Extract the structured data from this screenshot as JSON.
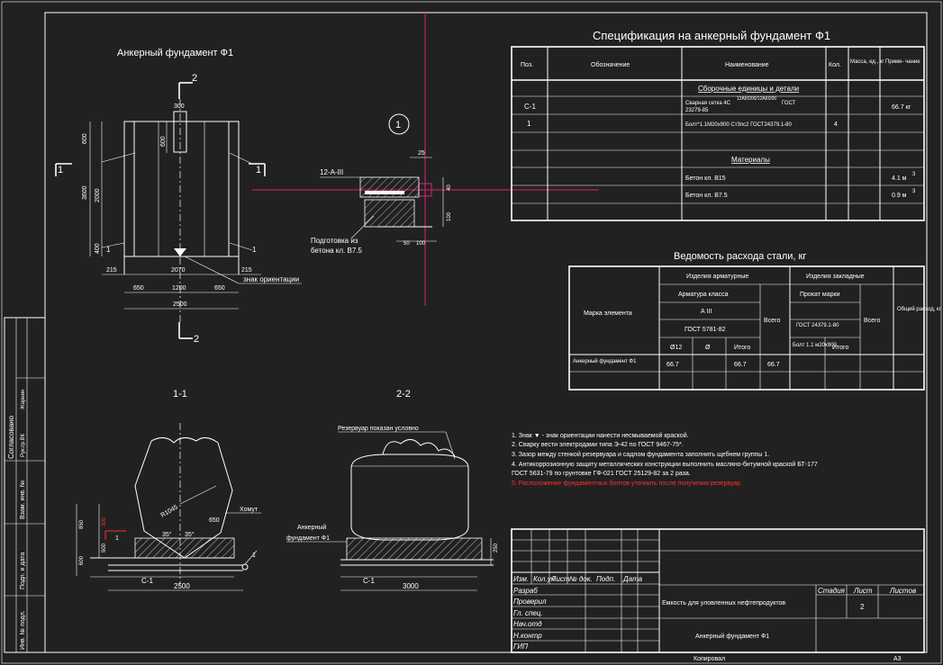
{
  "drawing_title": "Анкерный фундамент Ф1",
  "plan": {
    "section_mark": "2",
    "section_mark_side": "1",
    "dims_vertical": [
      "600",
      "2000",
      "3600",
      "400",
      "600"
    ],
    "dim_top": "300",
    "dims_horizontal_1": [
      "215",
      "2070",
      "215"
    ],
    "dims_horizontal_2": [
      "650",
      "1200",
      "650"
    ],
    "dim_total": "2500",
    "callout_1": "1",
    "orientation_note": "знак ориентации"
  },
  "node": {
    "callout": "1",
    "rebar": "12-А-III",
    "dim_25": "25",
    "dim_40": "40",
    "dim_100": "100",
    "dim_50": "50",
    "dim_100b": "100",
    "prep_note_1": "Подготовка из",
    "prep_note_2": "бетона кл. В7.5"
  },
  "spec": {
    "title": "Спецификация на анкерный фундамент Ф1",
    "headers": [
      "Поз.",
      "Обозначение",
      "Наименование",
      "Кол.",
      "Масса, ед., кг",
      "Приме- чание"
    ],
    "group_1": "Сборочные единицы и детали",
    "rows": [
      {
        "pos": "С-1",
        "name_1": "Сварная сетка 4С",
        "name_sup": "12AIII200/12AIII200",
        "name_2": "ГОСТ",
        "name_3": "23279-85",
        "qty": "",
        "note": "66.7 кг"
      },
      {
        "pos": "1",
        "name_1": "Болт*1.1М20х900 Ст3пс2 ГОСТ24379.1-80",
        "qty": "4",
        "note": ""
      }
    ],
    "group_2": "Материалы",
    "materials": [
      {
        "name": "Бетон кл. В15",
        "note": "4.1 м",
        "sup": "3"
      },
      {
        "name": "Бетон кл. В7.5",
        "note": "0.9 м",
        "sup": "3"
      }
    ]
  },
  "steel": {
    "title": "Ведомость расхода стали, кг",
    "col_mark": "Марка элемента",
    "rebar_group": "Изделия арматурные",
    "embed_group": "Изделия закладные",
    "rebar_class": "Арматура класса",
    "rebar_grade": "А III",
    "rebar_gost": "ГОСТ 5781-82",
    "col_d12": "Ø12",
    "col_d": "Ø",
    "col_total_sub": "Итого",
    "col_total": "Всего",
    "embed_profile": "Прокат марки",
    "embed_gost": "ГОСТ 24379.1-80",
    "embed_bolt": "Болт 1.1 м20х900",
    "embed_sub": "Итого",
    "embed_total": "Всего",
    "col_grand": "Общий расход, кг",
    "row_mark": "Анкерный фундамент Ф1",
    "row_values": [
      "66.7",
      "",
      "66.7",
      "66.7"
    ]
  },
  "notes": [
    "1. Знак ▼ - знак ориентации нанести несмываемой краской.",
    "2. Сварку вести электродами типа Э-42 по ГОСТ 9467-75*.",
    "3. Зазор между стенкой резервуара и садлом фундамента заполнить щебнем группы 1.",
    "4. Антикоррозионную защиту металлических конструкции выполнить масляно-битумной краской БТ-177",
    "ГОСТ 5631-79 по грунтовке ГФ-021 ГОСТ 25129-82 за 2 раза."
  ],
  "note_red": "5. Расположение фундаментных болтов уточнить после получения резервуар.",
  "section_1": {
    "label": "1-1",
    "radius": "R1045",
    "angle_l": "35°",
    "angle_r": "35°",
    "dim_650": "650",
    "clamp": "Хомут",
    "dim_850": "850",
    "dim_300": "300",
    "dim_500": "500",
    "dim_600": "600",
    "c1": "С-1",
    "dim_2500": "2500",
    "callout_1": "1",
    "callout_1b": "1"
  },
  "section_2": {
    "label": "2-2",
    "tank_note": "Резервуар показан условно",
    "foundation_1": "Анкерный",
    "foundation_2": "фундамент Ф1",
    "c1": "С-1",
    "dim_3000": "3000",
    "dim_250": "250"
  },
  "side_stamp": {
    "agreed": "Согласовано",
    "ruk_gr": "Рук.гр.ВК",
    "name": "Жарнин",
    "inv_sub": "Взам. инв. №",
    "sign_date": "Подп. и дата",
    "inv_orig": "Инв. № подл."
  },
  "title_block": {
    "cols": [
      "Изм.",
      "Кол.уч",
      "Лист",
      "№ док.",
      "Подп.",
      "Дата"
    ],
    "roles": [
      "Разраб",
      "Проверил",
      "Гл. спец.",
      "Нач.отд",
      "Н.контр",
      "ГИП"
    ],
    "project": "Емкость для уловленных нефтепродуктов",
    "sheet_title": "Анкерный фундамент Ф1",
    "stage": "Стадия",
    "sheet": "Лист",
    "sheets": "Листов",
    "sheet_no": "2",
    "copied": "Копировал",
    "format": "А3"
  }
}
